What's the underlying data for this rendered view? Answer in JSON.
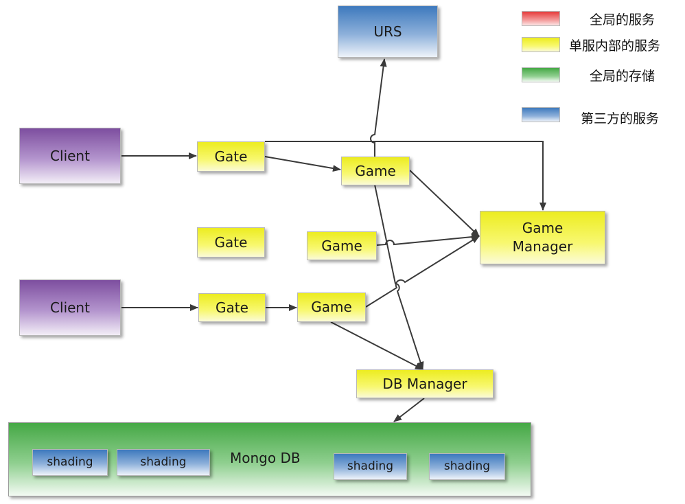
{
  "nodes": {
    "urs": "URS",
    "client_1": "Client",
    "client_2": "Client",
    "gate_1": "Gate",
    "gate_2": "Gate",
    "gate_3": "Gate",
    "game_1": "Game",
    "game_2": "Game",
    "game_3": "Game",
    "game_manager_line1": "Game",
    "game_manager_line2": "Manager",
    "db_manager": "DB Manager",
    "mongo_db": "Mongo DB",
    "shard_1": "shading",
    "shard_2": "shading",
    "shard_3": "shading",
    "shard_4": "shading"
  },
  "legend": [
    {
      "label": "全局的服务",
      "color": "#e63a3a"
    },
    {
      "label": "单服内部的服务",
      "color": "#ecec20"
    },
    {
      "label": "全局的存储",
      "color": "#45a845"
    },
    {
      "label": "第三方的服务",
      "color": "#3d79bd"
    }
  ]
}
